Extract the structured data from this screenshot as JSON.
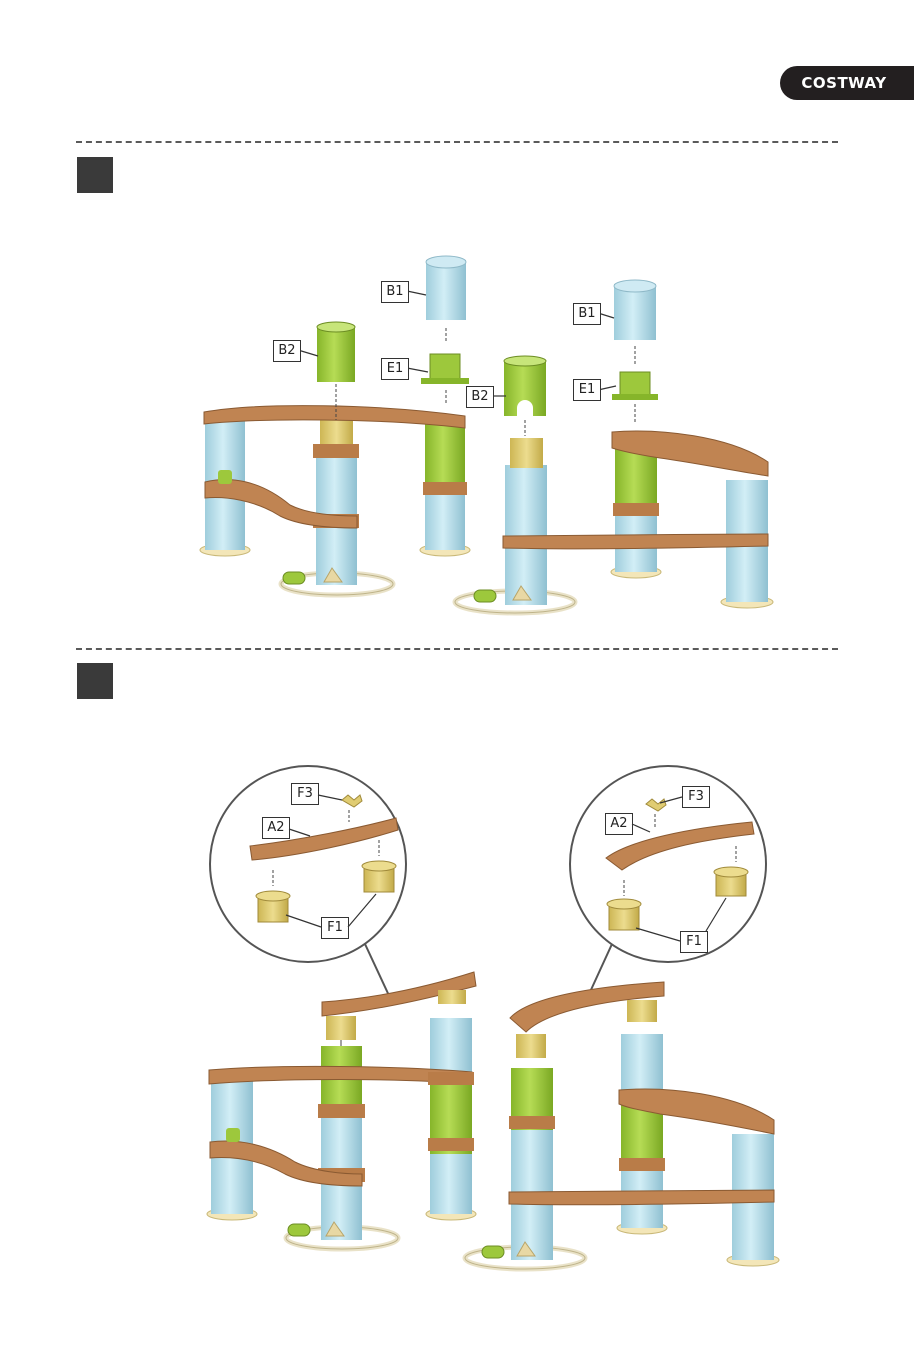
{
  "header": {
    "brand": "COSTWAY"
  },
  "step_top": {
    "labels": [
      "B1",
      "B1",
      "B2",
      "E1",
      "B2",
      "E1"
    ]
  },
  "step_bottom": {
    "labels": [
      "F3",
      "A2",
      "F1",
      "F3",
      "A2",
      "F1"
    ]
  },
  "colors": {
    "pillar_blue": "#b8dde8",
    "tube_green": "#9dc83c",
    "track_brown": "#c08452",
    "connector_yellow": "#e0cc72",
    "base_cream": "#f3e6b8",
    "step_box": "#3a3a3a",
    "brand_tab": "#231f20"
  }
}
